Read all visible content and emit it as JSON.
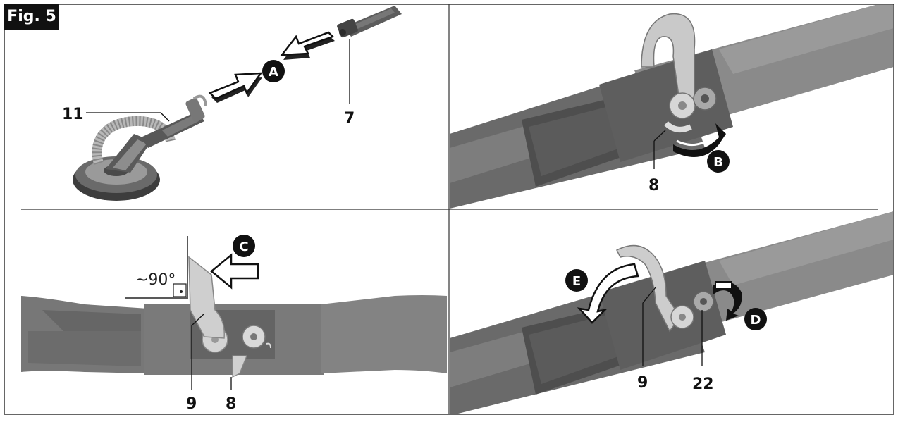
{
  "figure_label": "Fig. 5",
  "panel_1": {
    "callouts": [
      "11",
      "7"
    ],
    "step": "A"
  },
  "panel_2": {
    "callouts": [
      "8"
    ],
    "step": "B"
  },
  "panel_3": {
    "angle_label": "~90°",
    "step": "C",
    "callouts": [
      "9",
      "8"
    ]
  },
  "panel_4": {
    "steps": [
      "E",
      "D"
    ],
    "callouts": [
      "9",
      "22"
    ]
  },
  "colors": {
    "tool_dark": "#595959",
    "tool_mid": "#7a7a7a",
    "tool_light": "#a3a3a3",
    "lever_light": "#d8d8d8",
    "ink": "#111111"
  }
}
